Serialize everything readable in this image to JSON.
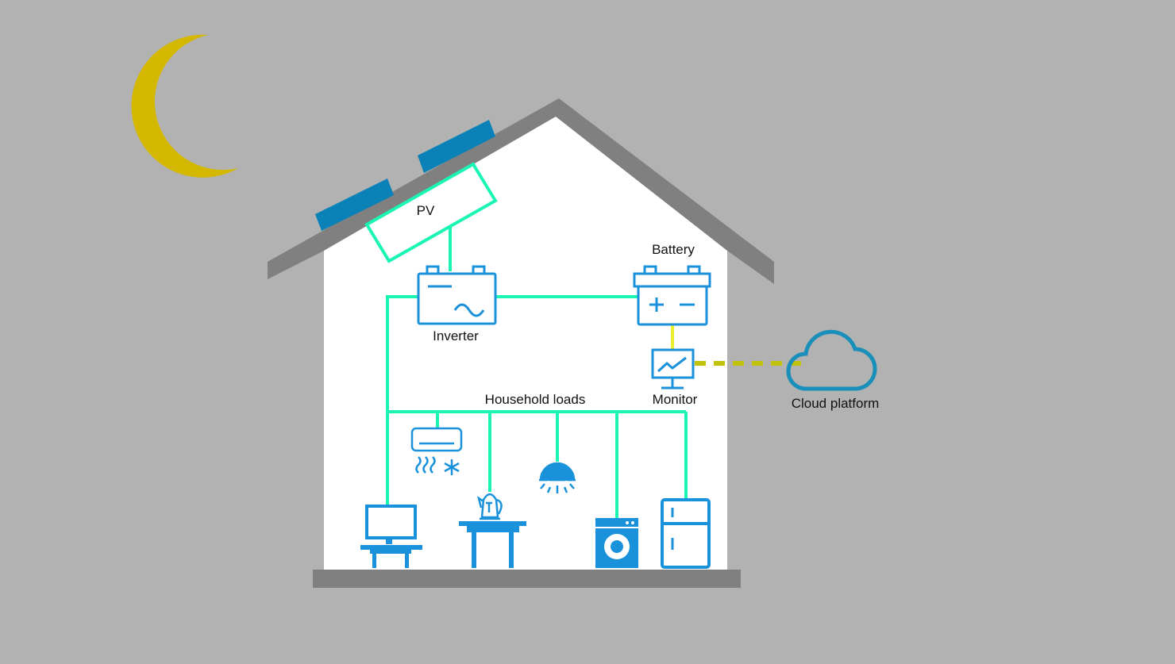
{
  "labels": {
    "pv": "PV",
    "inverter": "Inverter",
    "battery": "Battery",
    "monitor": "Monitor",
    "household_loads": "Household loads",
    "cloud_platform": "Cloud platform"
  },
  "scene": "night",
  "colors": {
    "background": "#b2b2b2",
    "house_outline": "#808080",
    "house_interior": "#ffffff",
    "power_line": "#1af5b5",
    "data_line": "#ecec2a",
    "data_line_dashed": "#c2c20d",
    "icon": "#1a92db",
    "solar_panel": "#0a82b8",
    "moon": "#d4b800",
    "cloud": "#1a8fba"
  },
  "icons": [
    "moon-icon",
    "solar-panel-icon",
    "inverter-icon",
    "battery-icon",
    "monitor-icon",
    "cloud-icon",
    "air-conditioner-icon",
    "kettle-icon",
    "ceiling-lamp-icon",
    "computer-icon",
    "washing-machine-icon",
    "refrigerator-icon"
  ]
}
